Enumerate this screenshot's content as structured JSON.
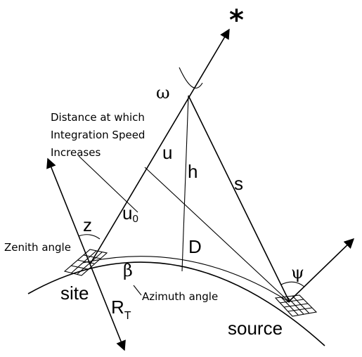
{
  "labels": {
    "star": "*",
    "omega": "ω",
    "u": "u",
    "h": "h",
    "s": "s",
    "u0_main": "u",
    "u0_sub": "0",
    "z": "z",
    "D": "D",
    "beta": "β",
    "psi": "ψ",
    "site": "site",
    "RT_main": "R",
    "RT_sub": "T",
    "source": "source"
  },
  "annotations": {
    "distance_line1": "Distance at which",
    "distance_line2": "Integration Speed",
    "distance_line3": "Increases",
    "zenith": "Zenith angle",
    "azimuth": "Azimuth angle"
  }
}
